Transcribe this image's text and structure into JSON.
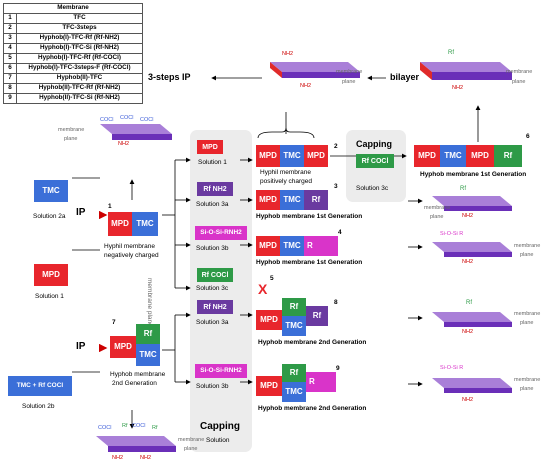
{
  "legend": {
    "header": "Membrane",
    "rows": [
      {
        "num": "1",
        "name": "TFC"
      },
      {
        "num": "2",
        "name": "TFC-3steps"
      },
      {
        "num": "3",
        "name": "Hyphob(I)-TFC-Rf (Rf-NH2)"
      },
      {
        "num": "4",
        "name": "Hyphob(I)-TFC-Si (Rf-NH2)"
      },
      {
        "num": "5",
        "name": "Hyphob(I)-TFC-Rf (Rf-COCl)"
      },
      {
        "num": "6",
        "name": "Hyphob(I)-TFC-3steps-F (Rf-COCl)"
      },
      {
        "num": "7",
        "name": "Hyphob(II)-TFC"
      },
      {
        "num": "8",
        "name": "Hyphob(II)-TFC-Rf (Rf-NH2)"
      },
      {
        "num": "9",
        "name": "Hyphob(II)-TFC-Si (Rf-NH2)"
      }
    ]
  },
  "blocks": {
    "mpd": "MPD",
    "tmc": "TMC",
    "rf": "Rf",
    "rf_cocl": "Rf COCl",
    "rf_nh2": "Rf NH2",
    "si": "Si-O-Si-RNH2",
    "r_si": "R",
    "si_sub": "Si-O-Si",
    "tmc_rf_cocl": "TMC + Rf COCl",
    "x_mark": "X"
  },
  "labels": {
    "solution_2a": "Solution 2a",
    "solution_1": "Solution 1",
    "solution_2b": "Solution 2b",
    "ip": "IP",
    "sol1_col": "Solution 1",
    "sol3a": "Solution 3a",
    "sol3b": "Solution 3b",
    "sol3c": "Solution 3c",
    "sol3a_low": "Solution 3a",
    "sol3b_low": "Solution 3b",
    "capping": "Capping",
    "solution": "Solution",
    "capping_top": "Capping",
    "solution_3c_top": "Solution 3c",
    "hyphil_neg_1": "Hyphil membrane",
    "hyphil_neg_2": "negatively charged",
    "hyphil_pos_1": "Hyphil membrane",
    "hyphil_pos_2": "positively charged",
    "hyphob_1st": "Hyphob membrane 1st Generation",
    "hyphob_1st_b": "Hyphob membrane 1st Generation",
    "hyphob_1st_top": "Hyphob membrane  1st Generation",
    "hyphob_2nd_left_1": "Hyphob membrane",
    "hyphob_2nd_left_2": "2nd Generation",
    "hyphob_2nd_8": "Hyphob membrane 2nd Generation",
    "hyphob_2nd_9": "Hyphob membrane  2nd Generation",
    "three_steps": "3-steps IP",
    "bilayer": "bilayer",
    "membrane": "membrane",
    "plane": "plane",
    "membrane_plane_vert": "membrane plane",
    "nh2": "NH2",
    "cocl": "COCl",
    "rf_small": "Rf",
    "sio_r": "Si-O-Si R"
  },
  "numbers": {
    "n1": "1",
    "n2": "2",
    "n3": "3",
    "n4": "4",
    "n5": "5",
    "n6": "6",
    "n7": "7",
    "n8": "8",
    "n9": "9"
  },
  "colors": {
    "mpd": "#e8262c",
    "tmc": "#3b6fd8",
    "rf": "#2e9a47",
    "rfnh2": "#6a3aa0",
    "si": "#d934c9",
    "slab_top": "#a97fd8",
    "slab_side": "#6a2fb8",
    "slab_red": "#e02a2a",
    "cocl_text": "#3b5bd8",
    "rf_text": "#2e9a47",
    "si_text": "#d934c9"
  }
}
